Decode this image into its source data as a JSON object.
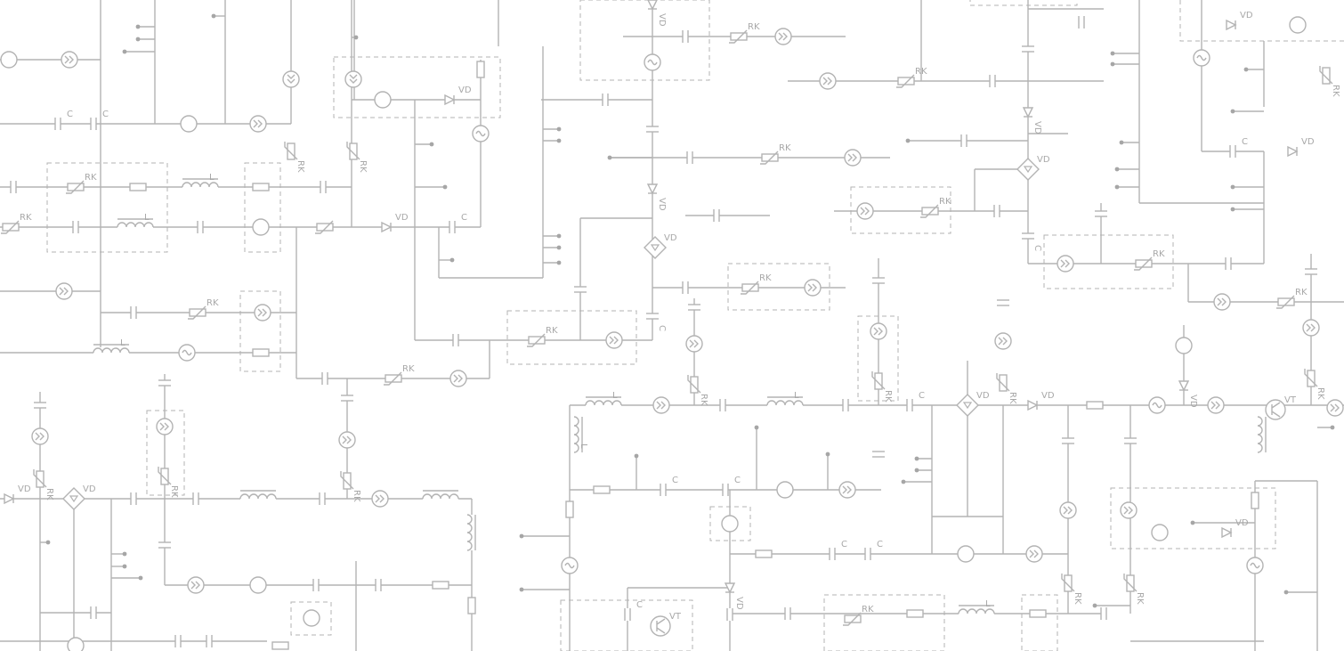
{
  "colors": {
    "background": "#ffffff",
    "line": "#b3b3b3",
    "dot": "#a6a6a6"
  },
  "labels": {
    "rk": "RK",
    "vd": "VD",
    "c": "C",
    "l": "L",
    "vt": "VT"
  },
  "icons": [
    "resistor-icon",
    "thermistor-icon",
    "capacitor-icon",
    "inductor-icon",
    "diode-icon",
    "lamp-icon",
    "source-icon",
    "ac-source-icon",
    "transistor-icon",
    "diode-bridge-icon"
  ]
}
